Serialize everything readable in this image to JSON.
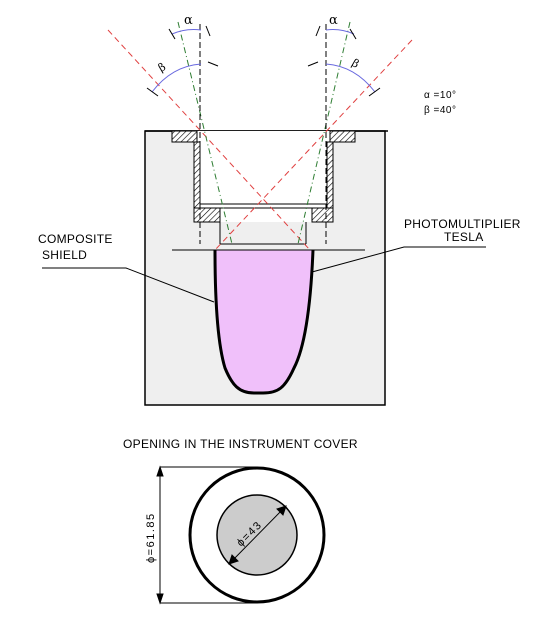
{
  "labels": {
    "alpha_symbol": "α",
    "beta_symbol": "β",
    "alpha_value": "α =10°",
    "beta_value": "β =40°",
    "composite_shield_line1": "COMPOSITE",
    "composite_shield_line2": "SHIELD",
    "photomultiplier_line1": "PHOTOMULTIPLIER",
    "photomultiplier_line2": "TESLA",
    "opening_caption": "OPENING IN THE INSTRUMENT COVER",
    "outer_diameter": "ϕ=61.85",
    "inner_diameter": "ϕ=43"
  },
  "colors": {
    "housing_fill": "#efefef",
    "photomultiplier_fill": "#f0c0fa",
    "inner_disc_fill": "#cccccc",
    "red_dashed": "#e04040",
    "green_dashed": "#2e7d32",
    "arc_blue": "#6a6adf"
  }
}
